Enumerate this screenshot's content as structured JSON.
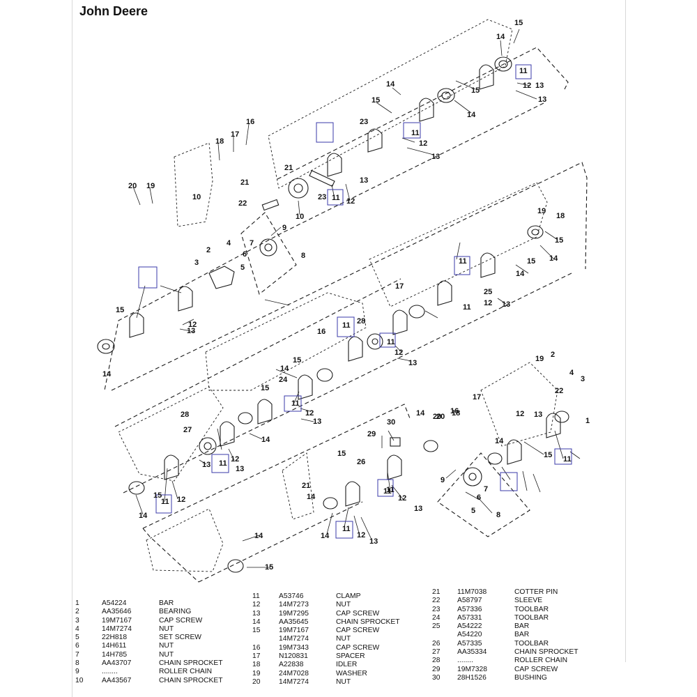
{
  "brand": "John Deere",
  "callouts": [
    "15",
    "14",
    "13",
    "11",
    "12",
    "15",
    "14",
    "13",
    "14",
    "15",
    "23",
    "11",
    "12",
    "13",
    "16",
    "17",
    "18",
    "21",
    "11",
    "12",
    "13",
    "20",
    "19",
    "10",
    "21",
    "22",
    "23",
    "10",
    "9",
    "4",
    "2",
    "7",
    "6",
    "3",
    "5",
    "8",
    "19",
    "18",
    "15",
    "11",
    "14",
    "15",
    "14",
    "25",
    "11",
    "12",
    "13",
    "17",
    "13",
    "12",
    "11",
    "15",
    "14",
    "28",
    "11",
    "12",
    "13",
    "16",
    "14",
    "15",
    "24",
    "11",
    "15",
    "12",
    "13",
    "28",
    "27",
    "11",
    "12",
    "13",
    "14",
    "13",
    "15",
    "11",
    "12",
    "14",
    "20",
    "19",
    "2",
    "4",
    "3",
    "22",
    "13",
    "12",
    "11",
    "1",
    "15",
    "14",
    "18",
    "17",
    "16",
    "20",
    "14",
    "6",
    "7",
    "9",
    "5",
    "8",
    "30",
    "29",
    "26",
    "11",
    "12",
    "13",
    "15",
    "21",
    "14",
    "11",
    "12",
    "13",
    "14",
    "15",
    "14",
    "11"
  ],
  "parts_list": {
    "columns": [
      [
        {
          "idx": "1",
          "pn": "A54224",
          "desc": "BAR"
        },
        {
          "idx": "2",
          "pn": "AA35646",
          "desc": "BEARING"
        },
        {
          "idx": "3",
          "pn": "19M7167",
          "desc": "CAP SCREW"
        },
        {
          "idx": "4",
          "pn": "14M7274",
          "desc": "NUT"
        },
        {
          "idx": "5",
          "pn": "22H818",
          "desc": "SET SCREW"
        },
        {
          "idx": "6",
          "pn": "14H611",
          "desc": "NUT"
        },
        {
          "idx": "7",
          "pn": "14H785",
          "desc": "NUT"
        },
        {
          "idx": "8",
          "pn": "AA43707",
          "desc": "CHAIN SPROCKET"
        },
        {
          "idx": "9",
          "pn": "........",
          "desc": "ROLLER CHAIN"
        },
        {
          "idx": "10",
          "pn": "AA43567",
          "desc": "CHAIN SPROCKET"
        }
      ],
      [
        {
          "idx": "11",
          "pn": "A53746",
          "desc": "CLAMP"
        },
        {
          "idx": "12",
          "pn": "14M7273",
          "desc": "NUT"
        },
        {
          "idx": "13",
          "pn": "19M7295",
          "desc": "CAP SCREW"
        },
        {
          "idx": "14",
          "pn": "AA35645",
          "desc": "CHAIN SPROCKET"
        },
        {
          "idx": "15",
          "pn": "19M7167",
          "desc": "CAP SCREW"
        },
        {
          "idx": "",
          "pn": "14M7274",
          "desc": "NUT"
        },
        {
          "idx": "16",
          "pn": "19M7343",
          "desc": "CAP SCREW"
        },
        {
          "idx": "17",
          "pn": "N120831",
          "desc": "SPACER"
        },
        {
          "idx": "18",
          "pn": "A22838",
          "desc": "IDLER"
        },
        {
          "idx": "19",
          "pn": "24M7028",
          "desc": "WASHER"
        },
        {
          "idx": "20",
          "pn": "14M7274",
          "desc": "NUT"
        }
      ],
      [
        {
          "idx": "21",
          "pn": "11M7038",
          "desc": "COTTER PIN"
        },
        {
          "idx": "22",
          "pn": "A58797",
          "desc": "SLEEVE"
        },
        {
          "idx": "23",
          "pn": "A57336",
          "desc": "TOOLBAR"
        },
        {
          "idx": "24",
          "pn": "A57331",
          "desc": "TOOLBAR"
        },
        {
          "idx": "25",
          "pn": "A54222",
          "desc": "BAR"
        },
        {
          "idx": "",
          "pn": "A54220",
          "desc": "BAR"
        },
        {
          "idx": "26",
          "pn": "A57335",
          "desc": "TOOLBAR"
        },
        {
          "idx": "27",
          "pn": "AA35334",
          "desc": "CHAIN SPROCKET"
        },
        {
          "idx": "28",
          "pn": "........",
          "desc": "ROLLER CHAIN"
        },
        {
          "idx": "29",
          "pn": "19M7328",
          "desc": "CAP SCREW"
        },
        {
          "idx": "30",
          "pn": "28H1526",
          "desc": "BUSHING"
        }
      ]
    ]
  },
  "colors": {
    "line": "#1a1a1a",
    "callout_box": "#3a3aa8",
    "frame": "#d8d8d8"
  }
}
